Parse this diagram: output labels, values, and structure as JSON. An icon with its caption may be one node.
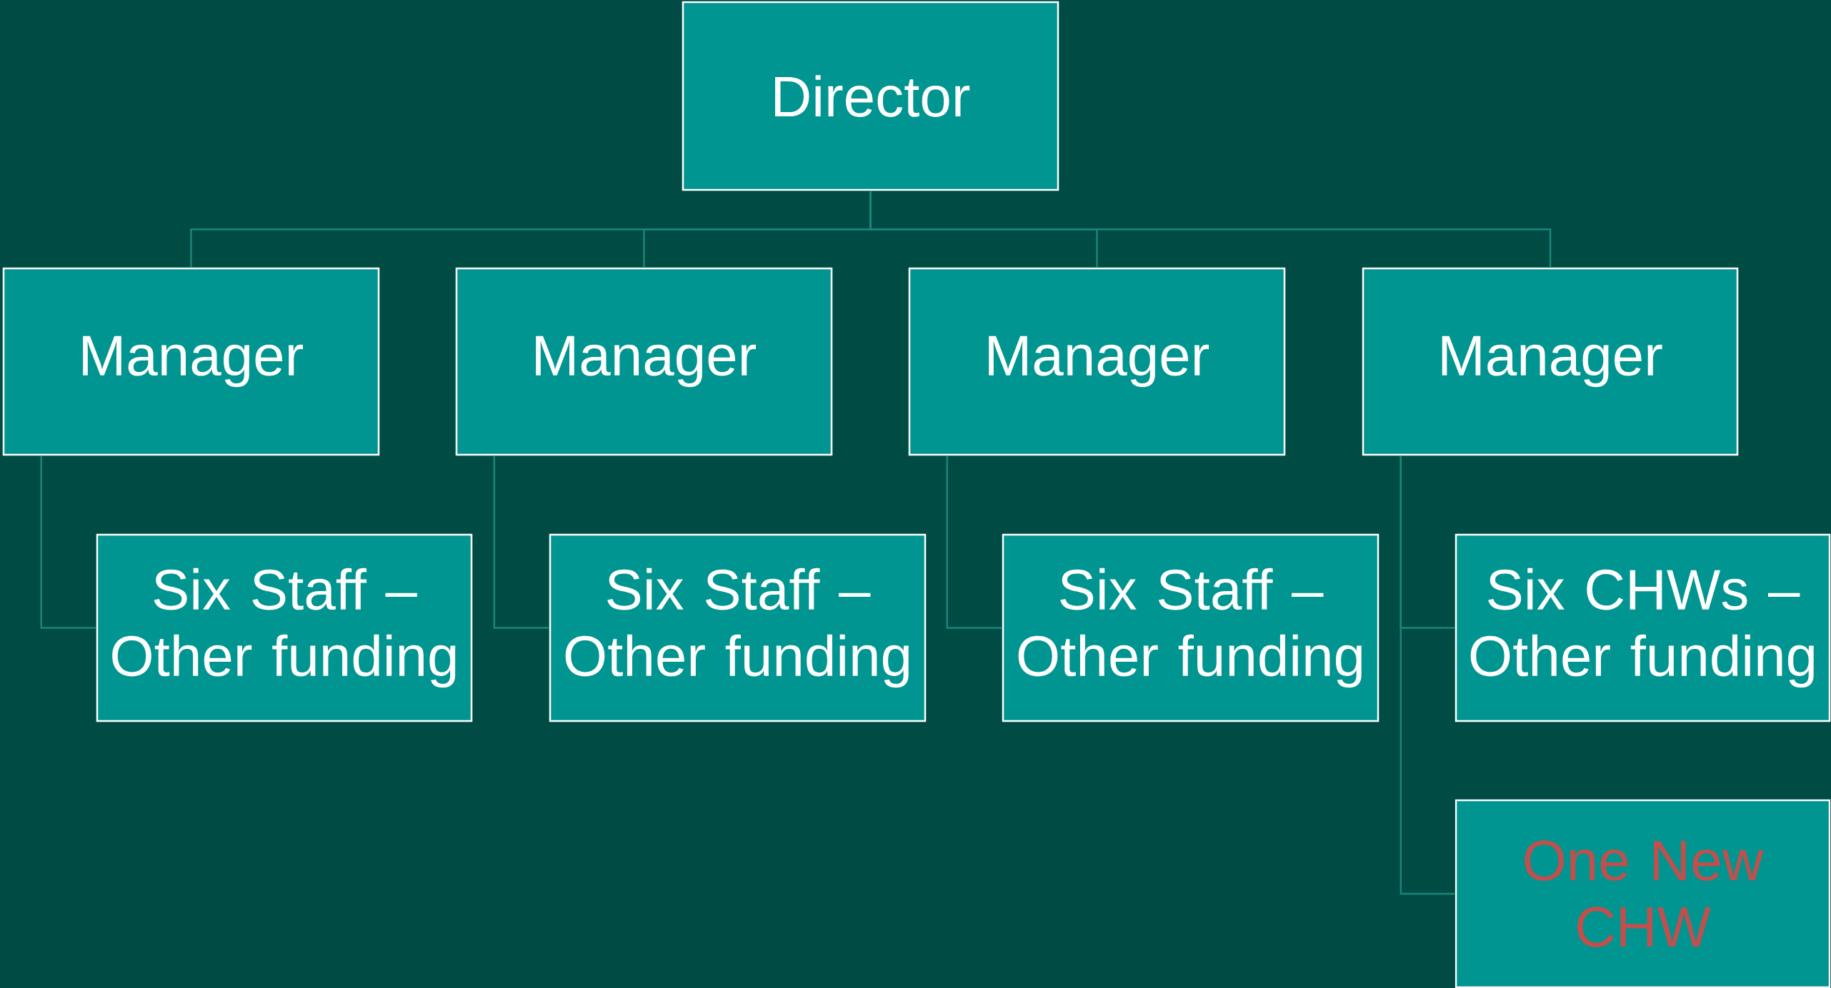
{
  "diagram": {
    "nodes": [
      {
        "text": [
          "Director"
        ]
      },
      {
        "text": [
          "Manager"
        ]
      },
      {
        "text": [
          "Manager"
        ]
      },
      {
        "text": [
          "Manager"
        ]
      },
      {
        "text": [
          "Manager"
        ]
      },
      {
        "text": [
          "Six Staff – Other funding"
        ]
      },
      {
        "text": [
          "Six Staff – Other funding"
        ]
      },
      {
        "text": [
          "Six Staff – Other funding"
        ]
      },
      {
        "text": [
          "Six CHWs – Other funding"
        ]
      },
      {
        "text": [
          "One New CHW"
        ]
      }
    ],
    "edges": [
      {
        "from": 0,
        "to": 1,
        "arrow": "none"
      },
      {
        "from": 0,
        "to": 2,
        "arrow": "none"
      },
      {
        "from": 0,
        "to": 3,
        "arrow": "none"
      },
      {
        "from": 0,
        "to": 4,
        "arrow": "none"
      },
      {
        "from": 1,
        "to": 5,
        "arrow": "none"
      },
      {
        "from": 2,
        "to": 6,
        "arrow": "none"
      },
      {
        "from": 3,
        "to": 7,
        "arrow": "none"
      },
      {
        "from": 4,
        "to": 8,
        "arrow": "none"
      },
      {
        "from": 4,
        "to": 9,
        "arrow": "none"
      }
    ]
  }
}
